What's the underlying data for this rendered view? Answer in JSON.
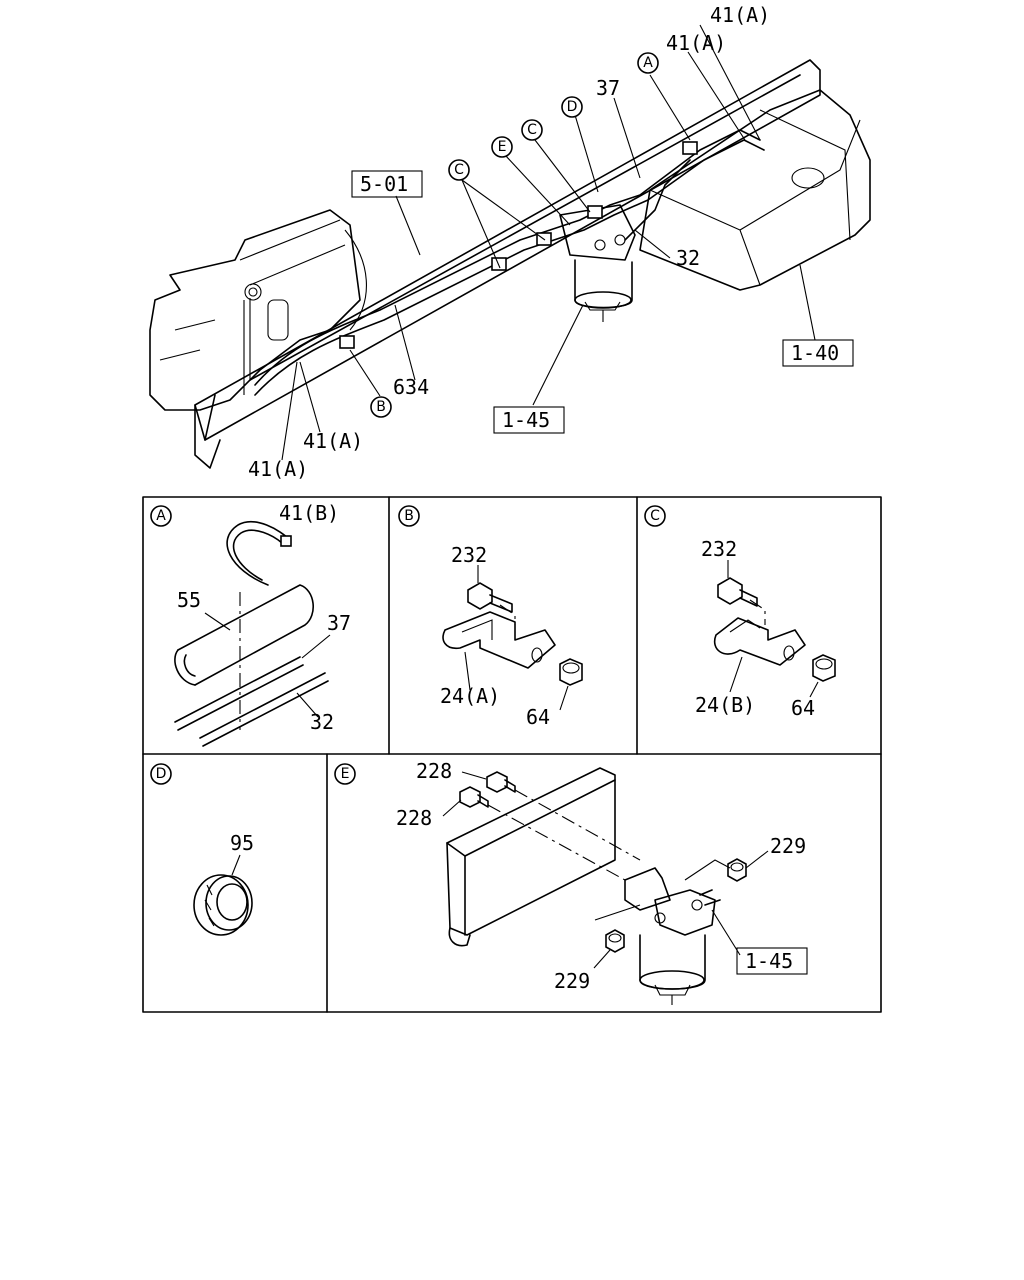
{
  "main": {
    "refs": [
      "41(A)",
      "41(A)",
      "37",
      "32",
      "634",
      "41(A)",
      "41(A)"
    ],
    "boxes": [
      "5-01",
      "1-40",
      "1-45"
    ],
    "callouts": [
      "A",
      "D",
      "C",
      "E",
      "C",
      "B"
    ]
  },
  "panels": {
    "A": {
      "letter": "A",
      "labels": [
        "41(B)",
        "55",
        "37",
        "32"
      ]
    },
    "B": {
      "letter": "B",
      "labels": [
        "232",
        "24(A)",
        "64"
      ]
    },
    "C": {
      "letter": "C",
      "labels": [
        "232",
        "24(B)",
        "64"
      ]
    },
    "D": {
      "letter": "D",
      "labels": [
        "95"
      ]
    },
    "E": {
      "letter": "E",
      "labels": [
        "228",
        "228",
        "229",
        "229"
      ],
      "box": "1-45"
    }
  }
}
